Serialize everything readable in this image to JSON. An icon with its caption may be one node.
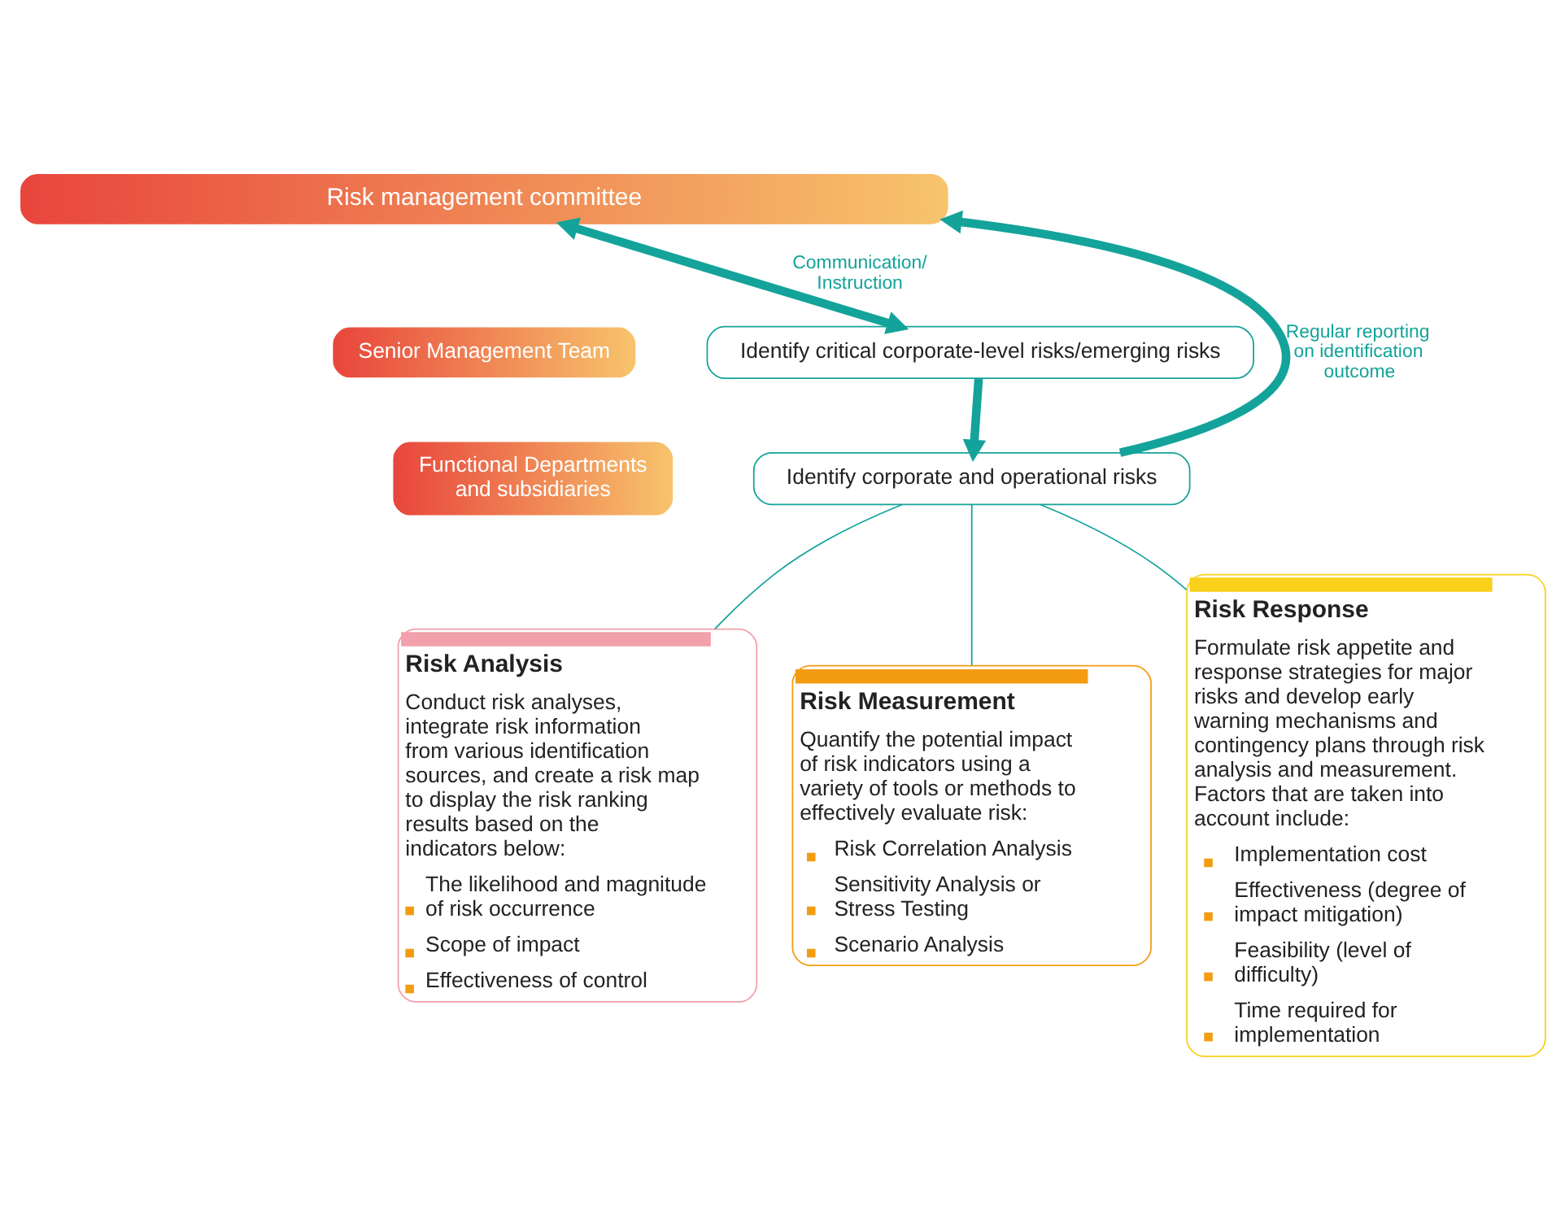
{
  "diagram": {
    "nodes": [
      {
        "text": [
          "Risk management committee"
        ]
      },
      {
        "text": [
          "Senior Management Team"
        ]
      },
      {
        "text": [
          "Identify critical corporate-level risks/emerging risks"
        ]
      },
      {
        "text": [
          "Functional Departments and subsidiaries"
        ]
      },
      {
        "text": [
          "Identify corporate and operational risks"
        ]
      },
      {
        "text": [
          "Risk Analysis",
          "Conduct risk analyses, integrate risk information from various identification sources, and create a risk map to display the risk ranking results based on the indicators below:",
          "The likelihood and magnitude of risk occurrence",
          "Scope of impact",
          "Effectiveness of control"
        ]
      },
      {
        "text": [
          "Risk Measurement",
          "Quantify the potential impact of risk indicators using a variety of tools or methods to effectively evaluate risk:",
          "Risk Correlation Analysis",
          "Sensitivity Analysis or Stress Testing",
          "Scenario Analysis"
        ]
      },
      {
        "text": [
          "Risk Response",
          "Formulate risk appetite and response strategies for major risks and develop early warning mechanisms and contingency plans through risk analysis and measurement. Factors that are taken into account include:",
          "Implementation cost",
          "Effectiveness (degree of impact mitigation)",
          "Feasibility (level of difficulty)",
          "Time required for implementation"
        ]
      }
    ],
    "edges": [
      {
        "from": 2,
        "to": 0,
        "arrow": "both",
        "label": "Communication/ Instruction",
        "style": "thick"
      },
      {
        "from": 4,
        "to": 0,
        "arrow": "to",
        "label": "Regular reporting on identification outcome",
        "style": "thick"
      },
      {
        "from": 2,
        "to": 4,
        "arrow": "to",
        "style": "thick"
      },
      {
        "from": 4,
        "to": 5,
        "arrow": "none"
      },
      {
        "from": 4,
        "to": 6,
        "arrow": "none"
      },
      {
        "from": 4,
        "to": 7,
        "arrow": "none"
      }
    ]
  }
}
